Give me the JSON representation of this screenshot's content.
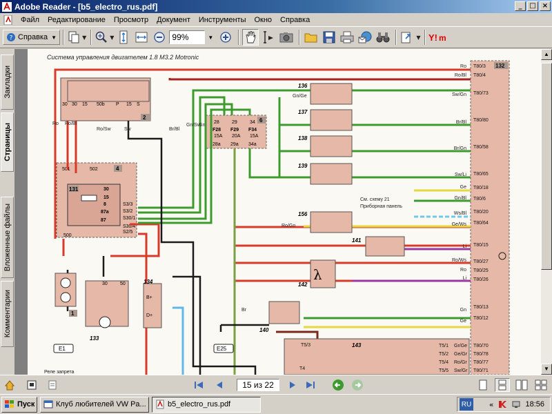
{
  "window": {
    "title": "Adobe Reader - [b5_electro_rus.pdf]"
  },
  "menu": [
    "Файл",
    "Редактирование",
    "Просмотр",
    "Документ",
    "Инструменты",
    "Окно",
    "Справка"
  ],
  "toolbar": {
    "help_label": "Справка",
    "zoom_value": "99%"
  },
  "side_tabs": [
    "Закладки",
    "Страницы",
    "Вложенные файлы",
    "Комментарии"
  ],
  "diagram": {
    "title": "Система управления двигателем 1.8 M3.2 Motronic",
    "components": {
      "c132": "132",
      "c2": "2",
      "c4": "4",
      "c6": "6",
      "c131": "131",
      "c136": "136",
      "c137": "137",
      "c138": "138",
      "c139": "139",
      "c156": "156",
      "c141": "141",
      "c142": "142",
      "c140": "140",
      "c143": "143",
      "c133": "133",
      "c134": "134",
      "c1": "1"
    },
    "switch_terms": [
      "30",
      "30",
      "15",
      "50b",
      "P",
      "15",
      "S"
    ],
    "relay_pins": {
      "p501": "501",
      "p502": "502",
      "p500": "500",
      "p30": "30",
      "p15": "15",
      "p87a": "87a",
      "p87": "87",
      "p8": "8",
      "s3_3": "S3/3",
      "s3_2": "S3/2",
      "s30_1": "S30/1",
      "s30_4": "S30/4",
      "s2_5": "S2/5"
    },
    "fuses": {
      "top": [
        "28",
        "29",
        "34"
      ],
      "names": [
        "F28",
        "F29",
        "F34"
      ],
      "ratings": [
        "15A",
        "20A",
        "15A"
      ],
      "bottom": [
        "28a",
        "29a",
        "34a"
      ]
    },
    "wires": {
      "ro": "Ro",
      "ro_bl": "Ro/Bl",
      "ro_sw": "Ro/Sw",
      "sw": "Sw",
      "br_bl": "Br/Bl",
      "gn_sw": "Gn/Sw",
      "gn": "Gn",
      "gn_ge": "Gn/Ge",
      "ro_gn": "Ro/Gn",
      "br": "Br"
    },
    "right_wires": [
      "Ro",
      "Ro/Bl",
      "Sw/Gn",
      "Br/Bl",
      "Br/Gn",
      "Sw/Li",
      "Ge",
      "Gn/Bl",
      "Ws/Bl",
      "Ge/Ws",
      "Li",
      "Ro/Ws",
      "Ro",
      "Li",
      "Gn",
      "Ge"
    ],
    "connector_pins": [
      "T80/3",
      "T80/4",
      "T80/73",
      "T80/80",
      "T80/58",
      "T80/65",
      "T80/18",
      "T80/6",
      "T80/20",
      "T80/64",
      "T80/15",
      "T80/27",
      "T80/25",
      "T80/26",
      "T80/13",
      "T80/12",
      "T80/70",
      "T80/78",
      "T80/77",
      "T80/71"
    ],
    "scheme_note": [
      "См. схему 21",
      "Приборная панель"
    ],
    "ground_labels": {
      "e1": "E1",
      "e25": "E25"
    },
    "t5_pins": [
      "T5/1",
      "T5/2",
      "T5/4",
      "T5/5"
    ],
    "t5_wires": [
      "Gr/Ge",
      "Ge/Gr",
      "Ro/Gr",
      "Sw/Gr"
    ],
    "t5_top": "T5/3",
    "bottom_text": "Реле запрета",
    "b_plus": "B+",
    "d_plus": "D+",
    "inj_pins": [
      "1",
      "2"
    ],
    "relay_inner": [
      "30",
      "50"
    ],
    "t4_label": "T4"
  },
  "nav": {
    "page_indicator": "15 из 22"
  },
  "taskbar": {
    "start_label": "Пуск",
    "tasks": [
      "Клуб любителей VW Pa...",
      "b5_electro_rus.pdf"
    ],
    "lang": "RU",
    "clock": "18:56"
  }
}
